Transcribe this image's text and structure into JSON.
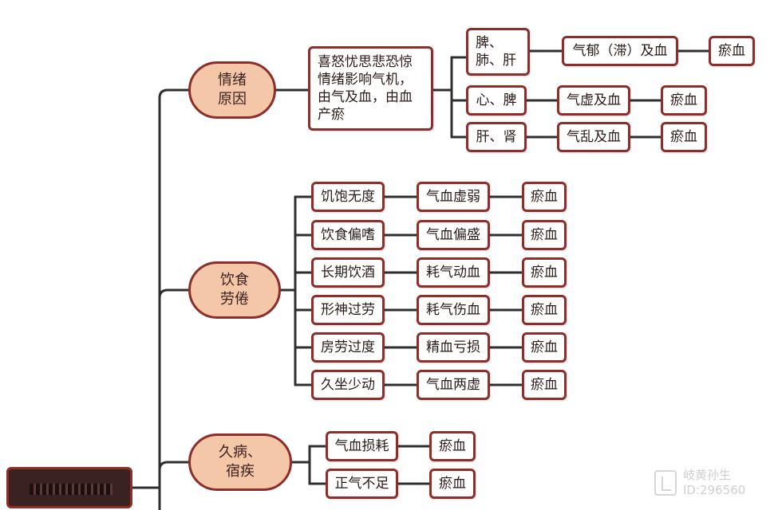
{
  "categories": [
    {
      "label": "情绪\n原因",
      "description": "喜怒忧思悲恐惊\n情绪影响气机，\n由气及血，由血\n产瘀",
      "chains": [
        {
          "cause": "脾、\n肺、肝",
          "mechanism": "气郁（滞）及血",
          "result": "瘀血"
        },
        {
          "cause": "心、脾",
          "mechanism": "气虚及血",
          "result": "瘀血"
        },
        {
          "cause": "肝、肾",
          "mechanism": "气乱及血",
          "result": "瘀血"
        }
      ]
    },
    {
      "label": "饮食\n劳倦",
      "chains": [
        {
          "cause": "饥饱无度",
          "mechanism": "气血虚弱",
          "result": "瘀血"
        },
        {
          "cause": "饮食偏嗜",
          "mechanism": "气血偏盛",
          "result": "瘀血"
        },
        {
          "cause": "长期饮酒",
          "mechanism": "耗气动血",
          "result": "瘀血"
        },
        {
          "cause": "形神过劳",
          "mechanism": "耗气伤血",
          "result": "瘀血"
        },
        {
          "cause": "房劳过度",
          "mechanism": "精血亏损",
          "result": "瘀血"
        },
        {
          "cause": "久坐少动",
          "mechanism": "气血两虚",
          "result": "瘀血"
        }
      ]
    },
    {
      "label": "久病、\n宿疾",
      "chains": [
        {
          "mechanism": "气血损耗",
          "result": "瘀血"
        },
        {
          "mechanism": "正气不足",
          "result": "瘀血"
        }
      ]
    }
  ],
  "watermark": {
    "line1": "岐黄孙生",
    "line2": "ID:296560",
    "icon": "watermark-logo-icon"
  },
  "colors": {
    "border": "#8e2d2a",
    "pill_fill": "#f3c7a8",
    "line": "#2f2f2f",
    "root_fill": "#3a2220"
  }
}
